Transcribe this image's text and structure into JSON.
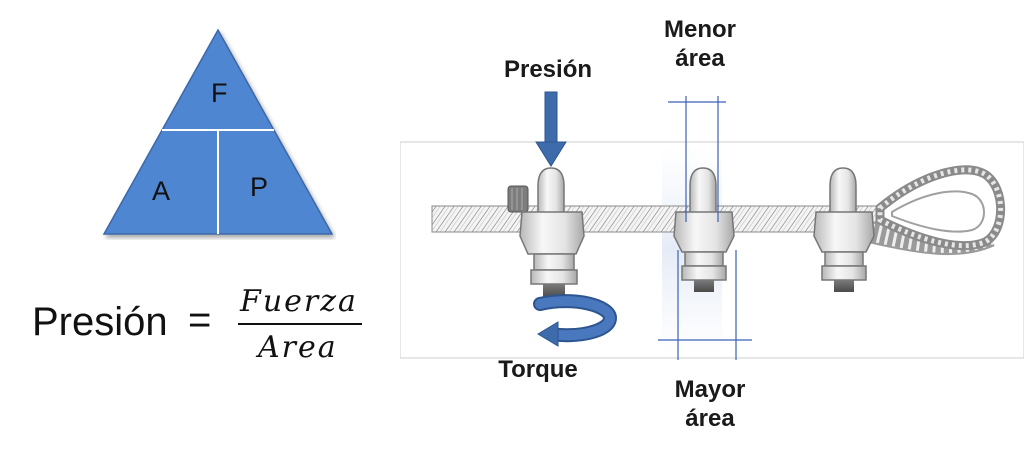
{
  "triangle": {
    "top": "F",
    "bottom_left": "A",
    "bottom_right": "P",
    "fill": "#4f86d1",
    "stroke": "#3a68a8"
  },
  "formula": {
    "lhs": "Presión",
    "equals": "=",
    "numerator": "Fuerza",
    "denominator": "Area"
  },
  "labels": {
    "presion": "Presión",
    "menor_area": [
      "Menor",
      "área"
    ],
    "mayor_area": [
      "Mayor",
      "área"
    ],
    "torque": "Torque"
  },
  "colors": {
    "arrow": "#3d6bab",
    "guide_lines": "#3b62b8"
  }
}
